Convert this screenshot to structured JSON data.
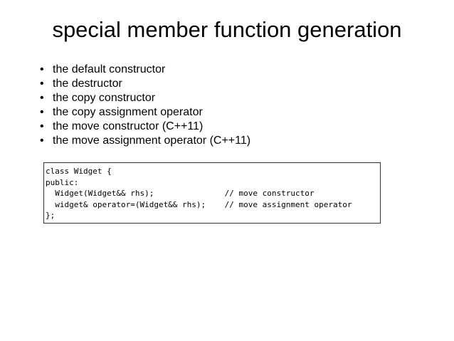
{
  "slide": {
    "title": "special member function generation"
  },
  "bullets": [
    "the default constructor",
    "the destructor",
    "the copy constructor",
    "the copy assignment operator",
    "the move constructor  (C++11)",
    "the move assignment operator  (C++11)"
  ],
  "code": {
    "lines": [
      "class Widget {",
      "public:",
      "  Widget(Widget&& rhs);               // move constructor",
      "  widget& operator=(Widget&& rhs);    // move assignment operator",
      "};"
    ]
  }
}
